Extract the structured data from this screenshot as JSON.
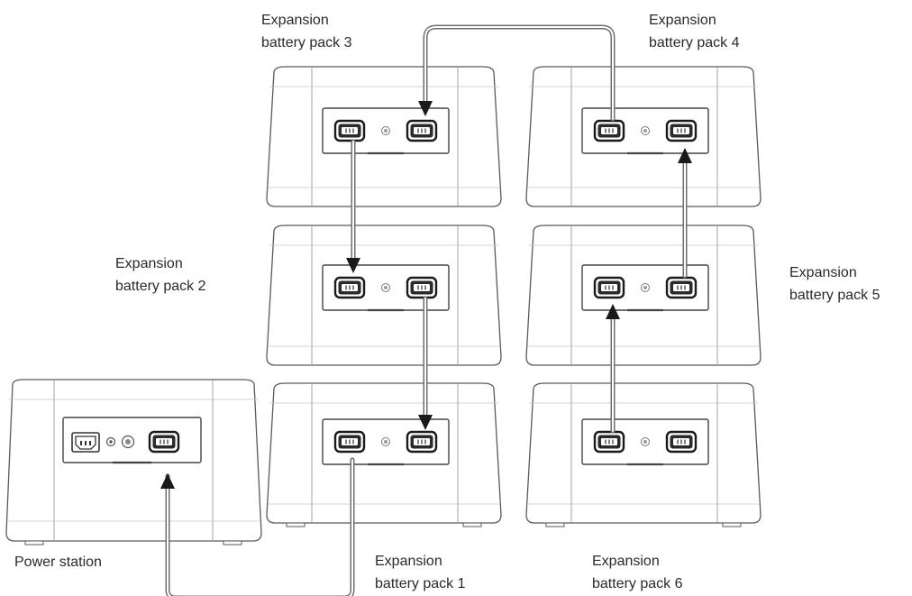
{
  "diagram": {
    "labels": {
      "power_station": "Power station",
      "pack_1": [
        "Expansion",
        "battery pack 1"
      ],
      "pack_2": [
        "Expansion",
        "battery pack 2"
      ],
      "pack_3": [
        "Expansion",
        "battery pack 3"
      ],
      "pack_4": [
        "Expansion",
        "battery pack 4"
      ],
      "pack_5": [
        "Expansion",
        "battery pack 5"
      ],
      "pack_6": [
        "Expansion",
        "battery pack 6"
      ]
    },
    "icons": [
      "ac-outlet-icon",
      "power-port-icon",
      "battery-connector-port-icon",
      "indicator-led-icon",
      "arrow-icon"
    ],
    "colors": {
      "outline": "#5a5a5a",
      "cable": "#6e6e6e",
      "connector": "#1a1a1a",
      "text": "#2a2a2a"
    }
  }
}
